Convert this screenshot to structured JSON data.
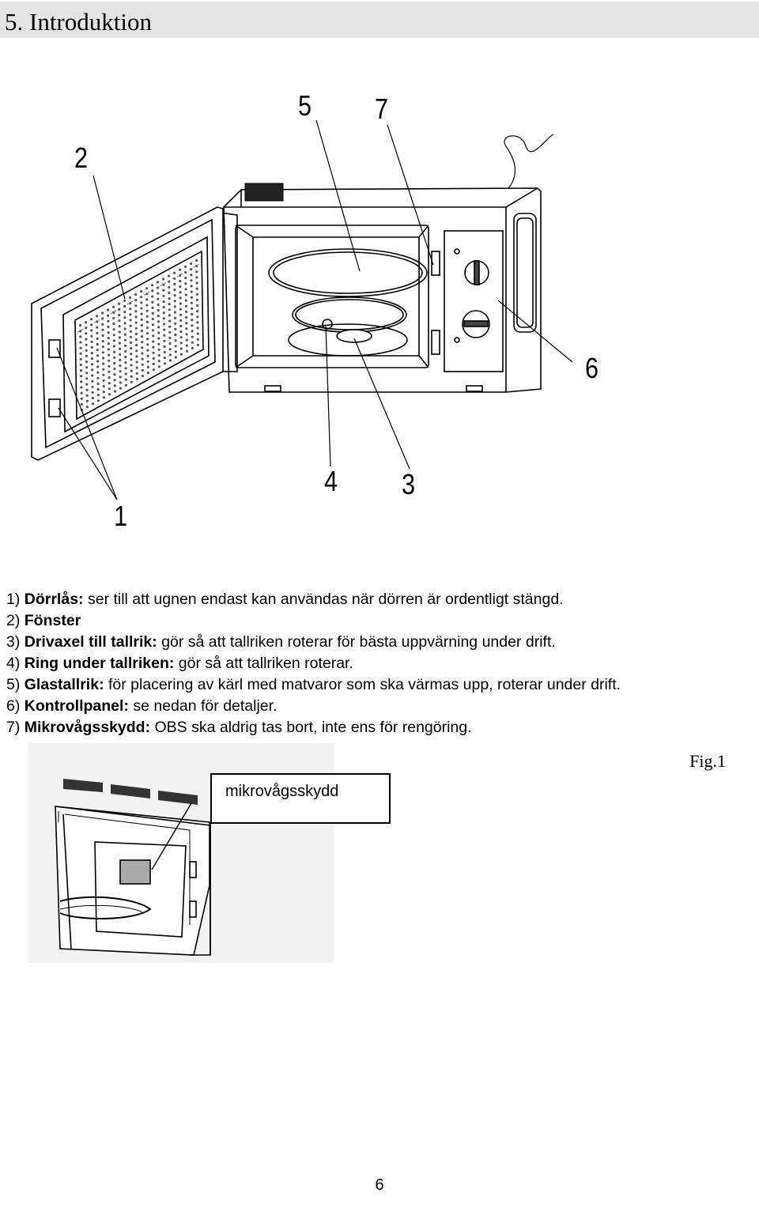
{
  "header": {
    "title": "5. Introduktion"
  },
  "figure": {
    "callouts": [
      "1",
      "2",
      "3",
      "4",
      "5",
      "6",
      "7"
    ],
    "caption": "Fig.1"
  },
  "descriptions": [
    {
      "num": "1)",
      "term": "Dörrlås:",
      "text": "ser till att ugnen endast kan användas när dörren är ordentligt stängd."
    },
    {
      "num": "2)",
      "term": "Fönster",
      "text": ""
    },
    {
      "num": "3)",
      "term": "Drivaxel till tallrik:",
      "text": "gör så att tallriken roterar för bästa uppvärning under drift."
    },
    {
      "num": "4)",
      "term": "Ring under tallriken:",
      "text": "gör så att tallriken roterar."
    },
    {
      "num": "5)",
      "term": "Glastallrik:",
      "text": "för placering av kärl med matvaror som ska värmas upp, roterar under drift."
    },
    {
      "num": "6)",
      "term": "Kontrollpanel:",
      "text": "se nedan för detaljer."
    },
    {
      "num": "7)",
      "term": "Mikrovågsskydd:",
      "text": "OBS ska aldrig tas bort, inte ens för rengöring."
    }
  ],
  "detail_figure": {
    "label": "mikrovågsskydd"
  },
  "page_number": "6"
}
